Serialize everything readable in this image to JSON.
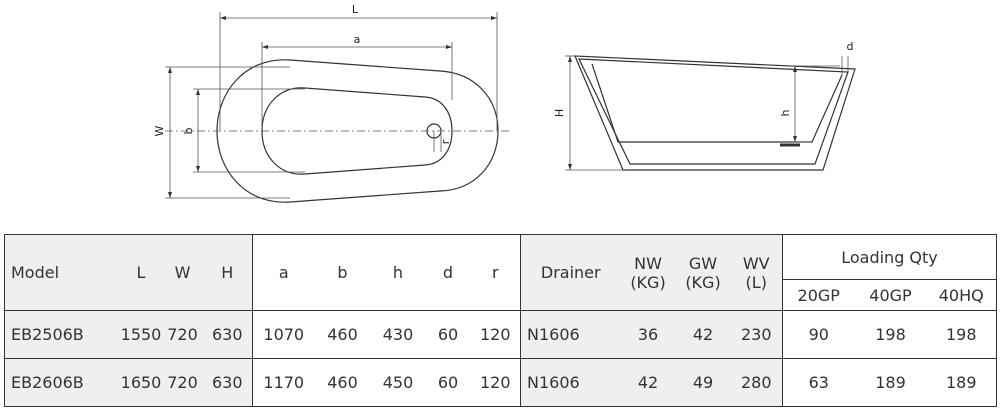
{
  "drawing_labels": {
    "L": "L",
    "a": "a",
    "W": "W",
    "b": "b",
    "r": "r",
    "H": "H",
    "h": "h",
    "d": "d"
  },
  "table": {
    "headers": {
      "model": "Model",
      "L": "L",
      "W": "W",
      "H": "H",
      "a": "a",
      "b": "b",
      "h": "h",
      "d": "d",
      "r": "r",
      "drainer": "Drainer",
      "nw_top": "NW",
      "nw_unit": "(KG)",
      "gw_top": "GW",
      "gw_unit": "(KG)",
      "wv_top": "WV",
      "wv_unit": "(L)",
      "loading_qty": "Loading Qty",
      "gp20": "20GP",
      "gp40": "40GP",
      "hq40": "40HQ"
    },
    "rows": [
      {
        "model": "EB2506B",
        "L": "1550",
        "W": "720",
        "H": "630",
        "a": "1070",
        "b": "460",
        "h": "430",
        "d": "60",
        "r": "120",
        "drainer": "N1606",
        "nw": "36",
        "gw": "42",
        "wv": "230",
        "gp20": "90",
        "gp40": "198",
        "hq40": "198"
      },
      {
        "model": "EB2606B",
        "L": "1650",
        "W": "720",
        "H": "630",
        "a": "1170",
        "b": "460",
        "h": "450",
        "d": "60",
        "r": "120",
        "drainer": "N1606",
        "nw": "42",
        "gw": "49",
        "wv": "280",
        "gp20": "63",
        "gp40": "189",
        "hq40": "189"
      }
    ]
  }
}
